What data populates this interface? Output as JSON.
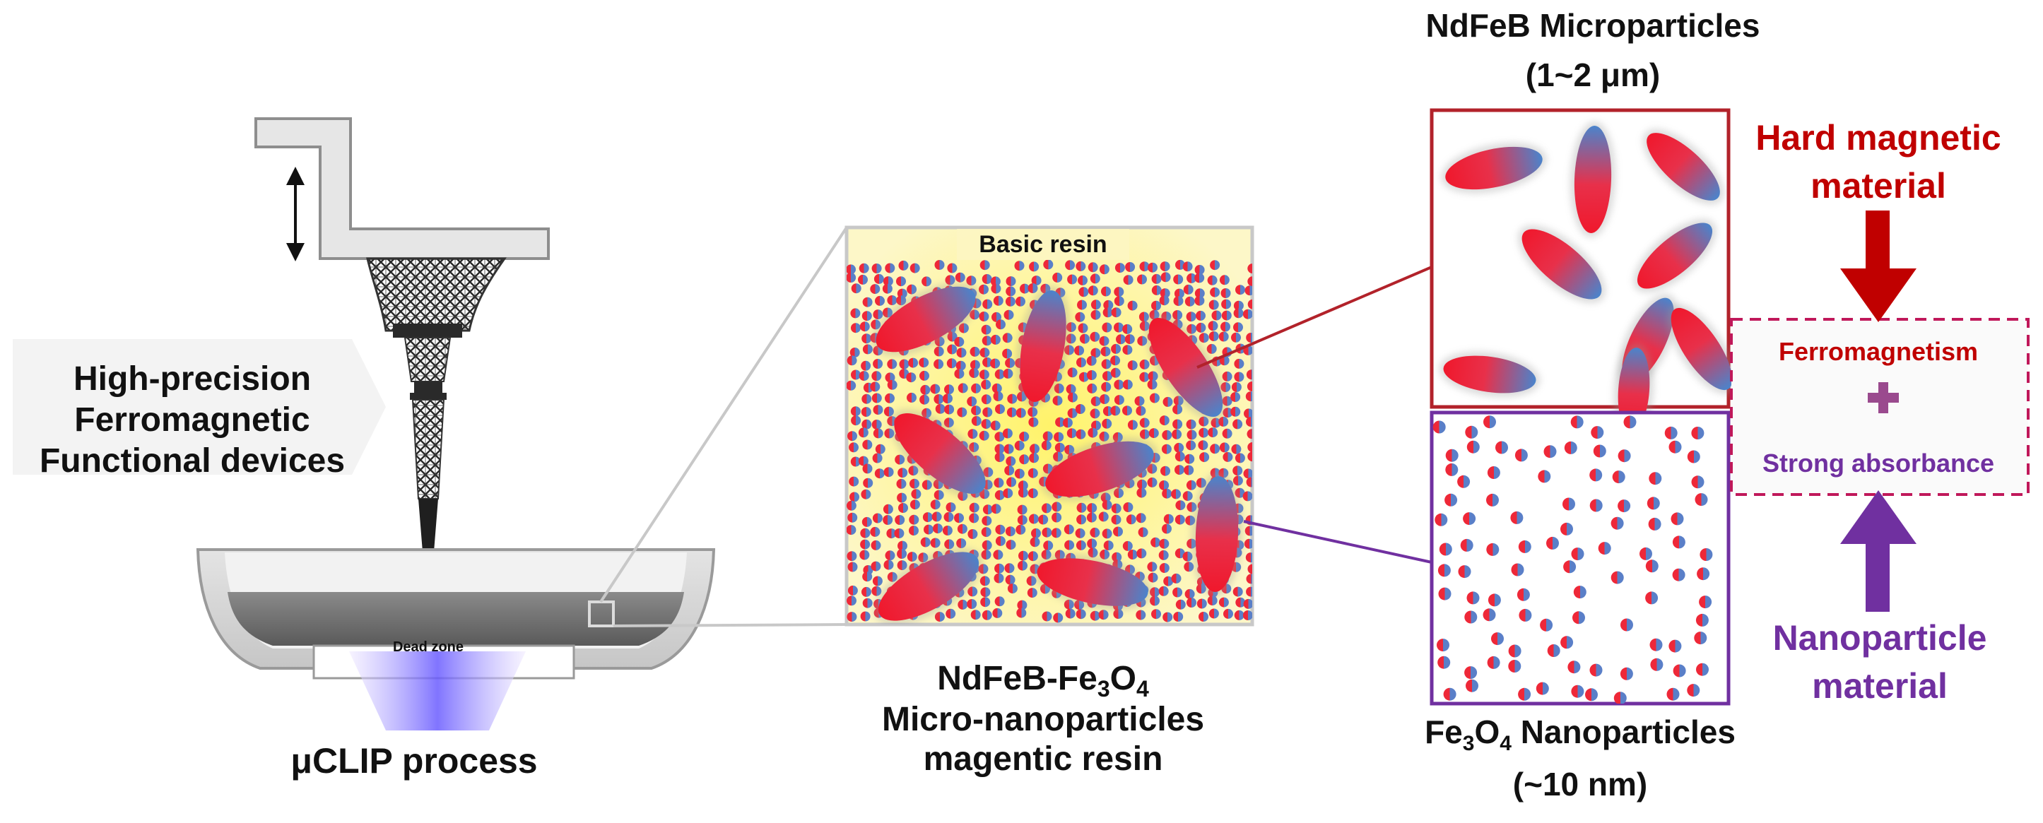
{
  "device_label": {
    "line1": "High-precision",
    "line2": "Ferromagnetic",
    "line3": "Functional devices"
  },
  "process": {
    "dead_zone": "Dead zone",
    "title": "μCLIP process"
  },
  "resin": {
    "header": "Basic resin",
    "caption_prefix": "NdFeB-Fe",
    "sub3": "3",
    "mid_o": "O",
    "sub4": "4",
    "caption_line2": "Micro-nanoparticles",
    "caption_line3": "magentic resin"
  },
  "micro": {
    "title_line1": "NdFeB Microparticles",
    "title_line2": "(1~2 μm)"
  },
  "nano": {
    "title_prefix": "Fe",
    "sub3": "3",
    "mid_o": "O",
    "sub4": "4",
    "title_suffix": " Nanoparticles",
    "title_line2": "(~10 nm)"
  },
  "properties": {
    "hard_line1": "Hard magnetic",
    "hard_line2": "material",
    "ferromagnetism": "Ferromagnetism",
    "plus": "+",
    "absorbance": "Strong absorbance",
    "nano_line1": "Nanoparticle",
    "nano_line2": "material"
  },
  "colors": {
    "magnet_red": "#e8192c",
    "magnet_blue": "#4a82c8",
    "hard_red": "#c81e1e",
    "nano_purple": "#7030a0",
    "resin_yellow": "#fdf7c8"
  }
}
